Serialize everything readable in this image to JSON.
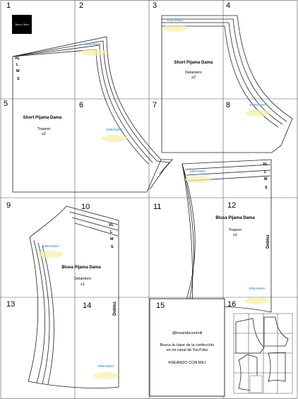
{
  "square_label": "3cm x 3cm",
  "page_numbers": [
    "1",
    "2",
    "3",
    "4",
    "5",
    "6",
    "7",
    "8",
    "9",
    "10",
    "11",
    "12",
    "13",
    "14",
    "15",
    "16"
  ],
  "sizes": [
    "XL",
    "L",
    "M",
    "S"
  ],
  "short_delantero": {
    "title": "Short Pijama Dama",
    "part": "Delantero",
    "qty": "x2"
  },
  "short_trasero": {
    "title": "Short Pijama Dama",
    "part": "Trasero",
    "qty": "x2"
  },
  "blusa_trasero": {
    "title": "Blusa Pijama Dama",
    "part": "Trasero",
    "qty": "x1",
    "fold": "Doblez"
  },
  "blusa_delantero": {
    "title": "Blusa Pijama Dama",
    "part": "Delantero",
    "qty": "x1",
    "fold": "Doblez"
  },
  "credits": {
    "handle": "@kreandoconmili",
    "line1": "Busca la clase de la confección",
    "line2": "en mi canal de YouTube",
    "brand": "KREANDO CON MILI"
  },
  "watermark": "KREANDO",
  "colors": {
    "watermark_blue": "#4aa7d8",
    "watermark_yellow": "#f3f0a6"
  }
}
